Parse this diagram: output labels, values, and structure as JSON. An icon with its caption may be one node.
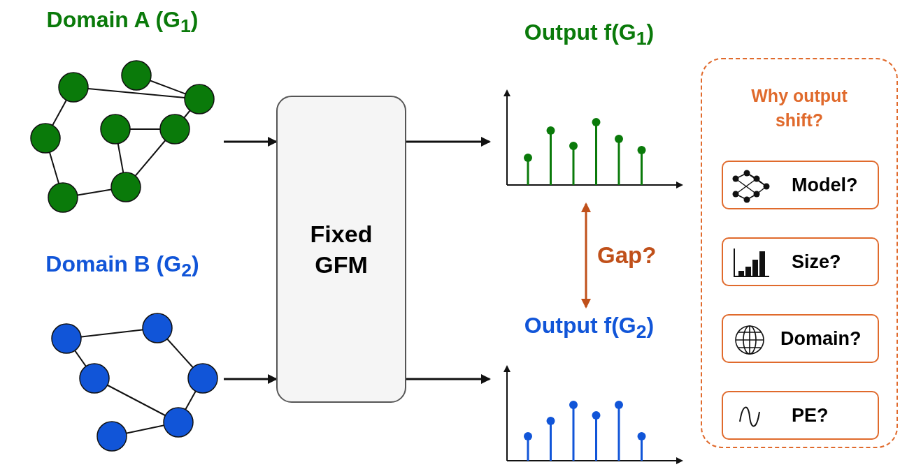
{
  "diagram": {
    "nodes": [
      {
        "text": [
          "Domain A (G$_{1}$)"
        ]
      },
      {
        "text": [
          "Domain B (G$_{2}$)"
        ]
      },
      {
        "text": [
          "Fixed GFM"
        ]
      },
      {
        "text": [
          "Output f(G$_{1}$)"
        ]
      },
      {
        "text": [
          "Output f(G$_{2}$)"
        ]
      },
      {
        "text": [
          "Why output shift?"
        ]
      },
      {
        "text": [
          "Model?"
        ],
        "in": 5
      },
      {
        "text": [
          "Size?"
        ],
        "in": 5
      },
      {
        "text": [
          "Domain?"
        ],
        "in": 5
      },
      {
        "text": [
          "PE?"
        ],
        "in": 5
      }
    ],
    "edges": [
      {
        "from": 0,
        "to": 2,
        "arrow": "to"
      },
      {
        "from": 1,
        "to": 2,
        "arrow": "to"
      },
      {
        "from": 2,
        "to": 3,
        "arrow": "to"
      },
      {
        "from": 2,
        "to": 4,
        "arrow": "to"
      },
      {
        "from": 3,
        "to": 4,
        "arrow": "both",
        "label": "Gap?",
        "color": "#c0501a"
      }
    ]
  }
}
